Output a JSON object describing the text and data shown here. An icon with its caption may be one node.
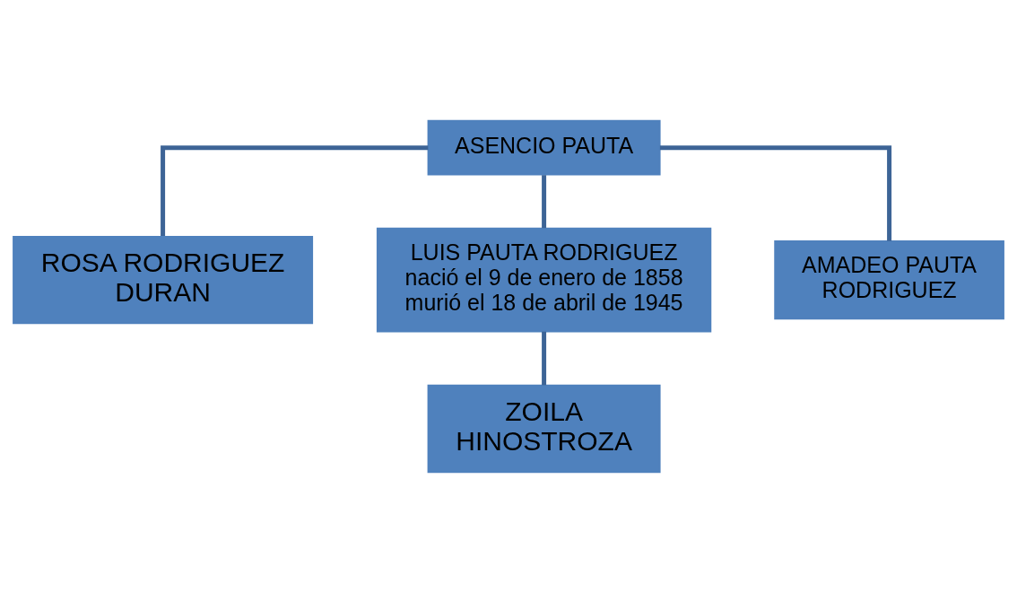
{
  "diagram": {
    "nodes": [
      {
        "text": [
          "ASENCIO PAUTA"
        ]
      },
      {
        "text": [
          "ROSA RODRIGUEZ DURAN"
        ]
      },
      {
        "text": [
          "LUIS PAUTA RODRIGUEZ",
          "nació el 9 de enero de 1858",
          "murió el 18 de abril de 1945"
        ]
      },
      {
        "text": [
          "AMADEO PAUTA RODRIGUEZ"
        ]
      },
      {
        "text": [
          "ZOILA HINOSTROZA"
        ]
      }
    ],
    "edges": [
      {
        "from": 0,
        "to": 1,
        "arrow": "none"
      },
      {
        "from": 0,
        "to": 2,
        "arrow": "none"
      },
      {
        "from": 0,
        "to": 3,
        "arrow": "none"
      },
      {
        "from": 2,
        "to": 4,
        "arrow": "none"
      }
    ]
  }
}
